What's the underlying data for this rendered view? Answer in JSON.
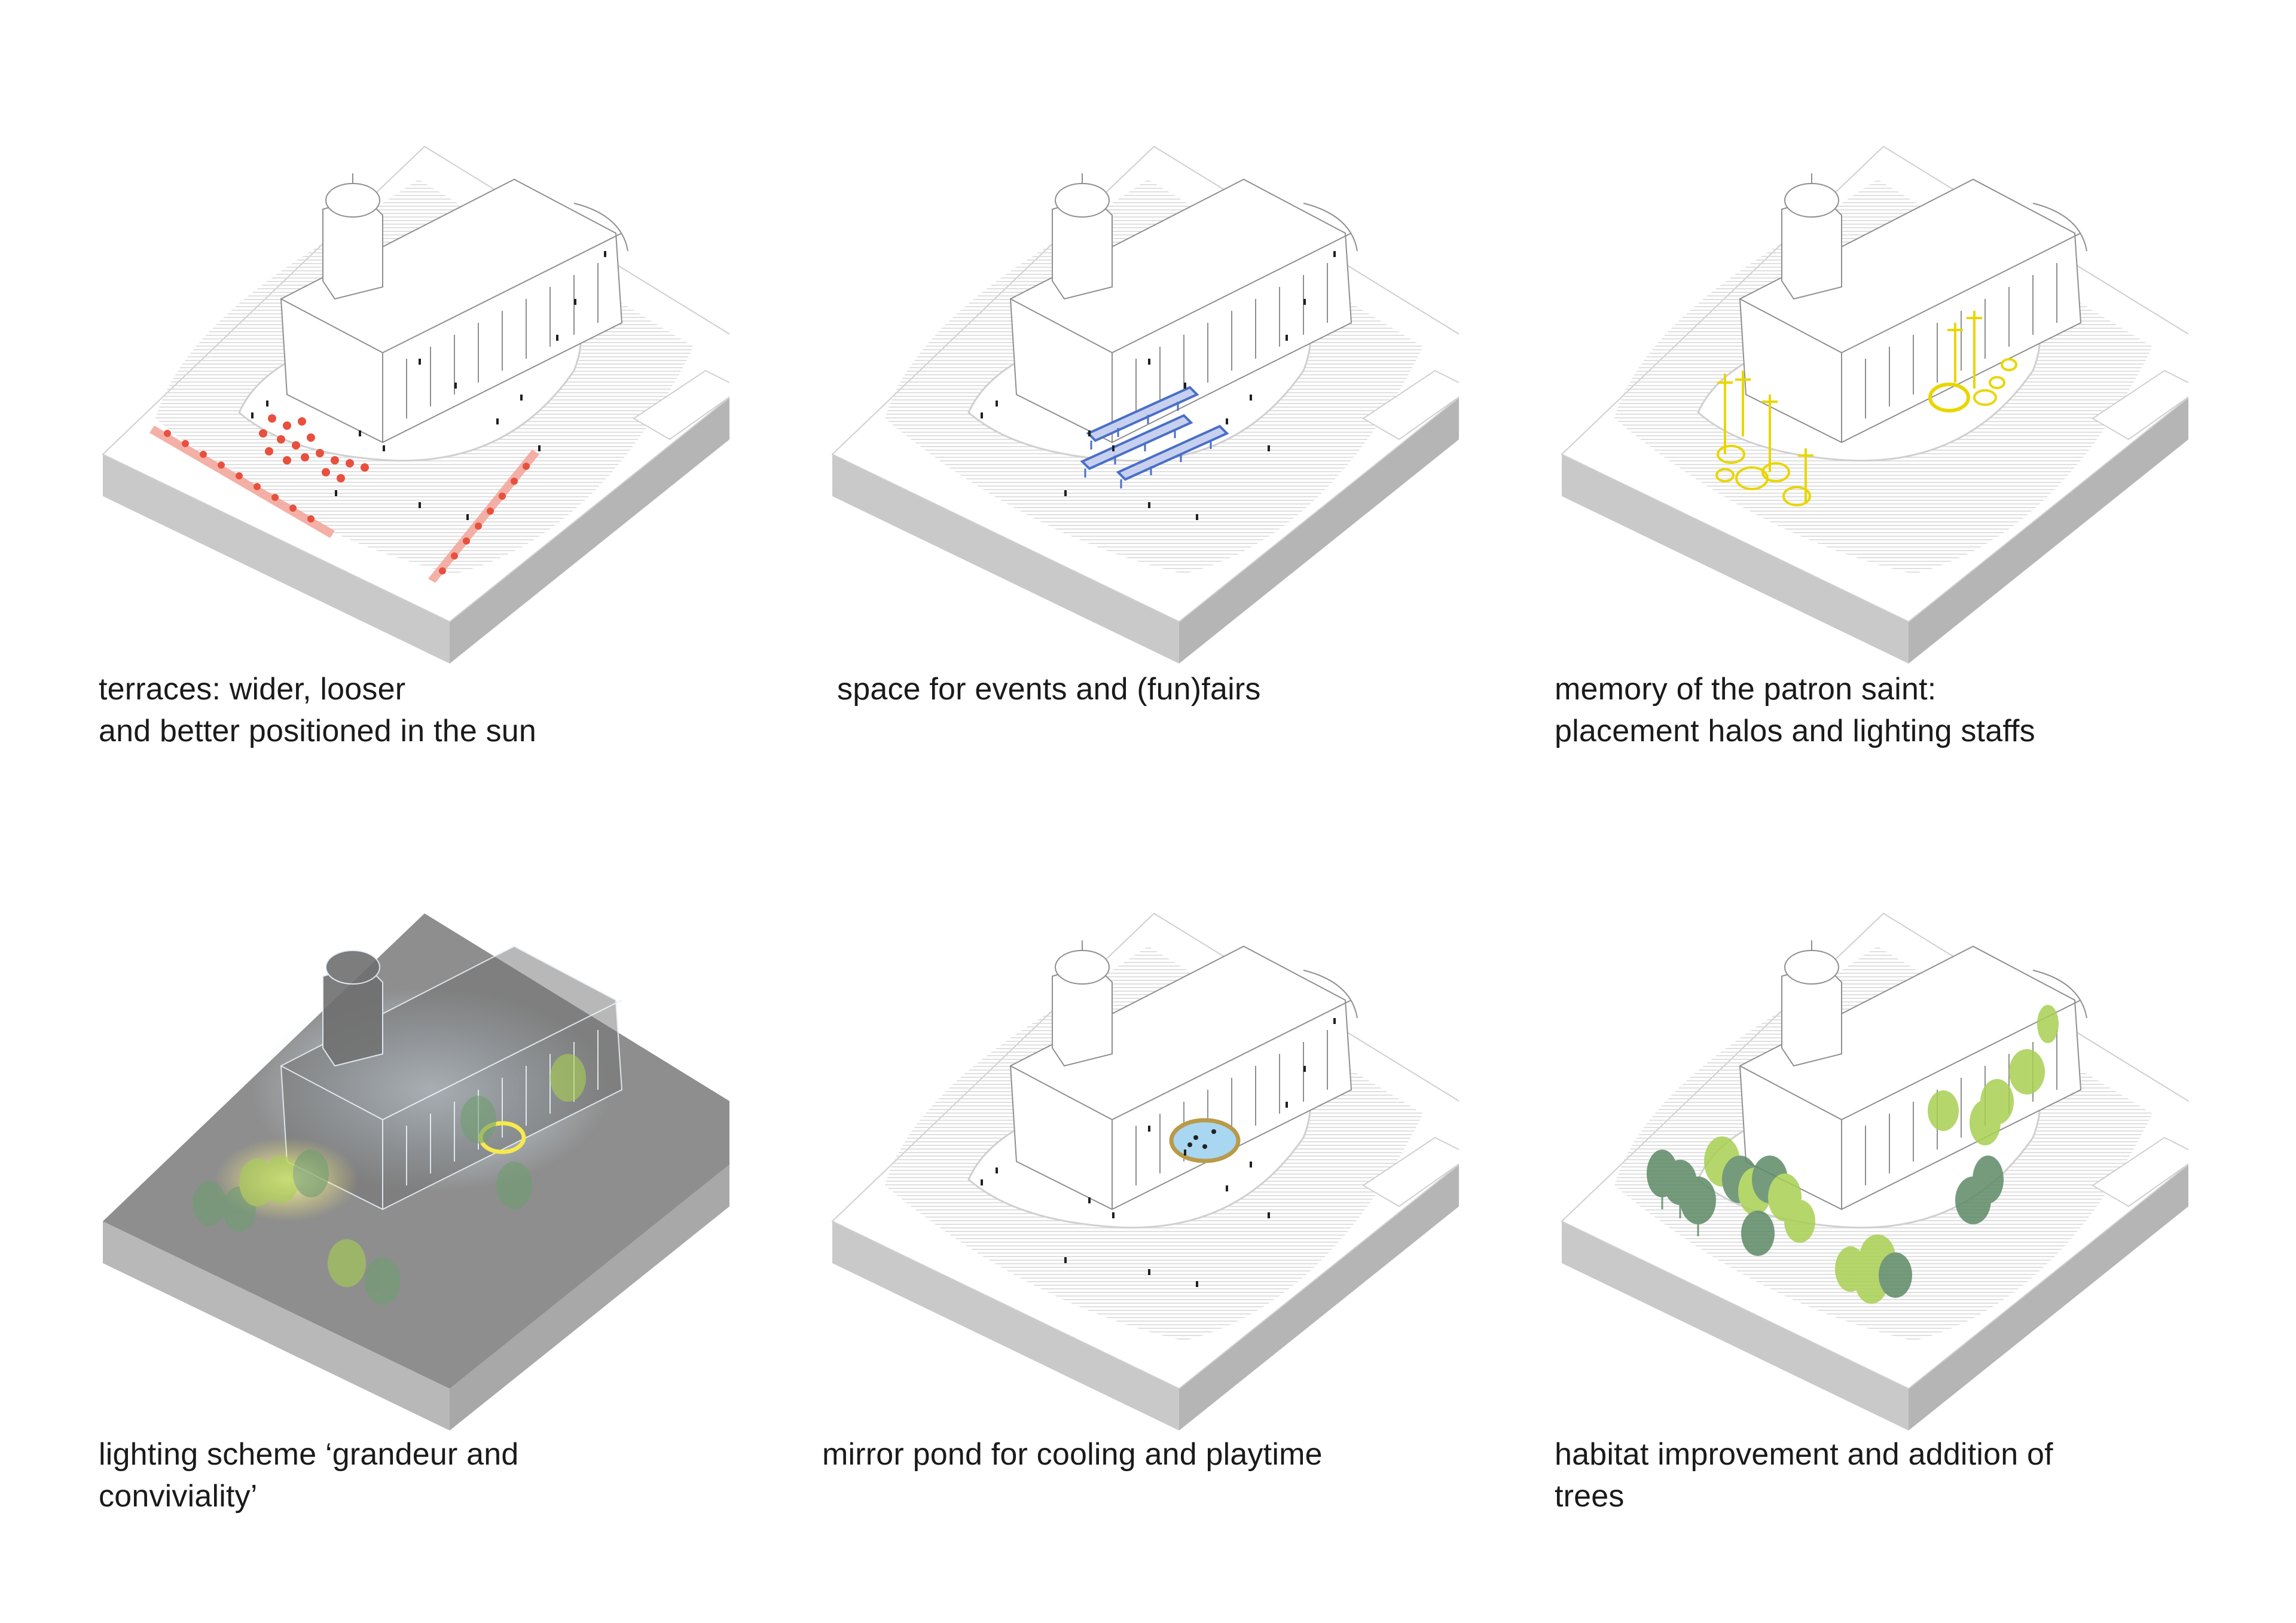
{
  "colors": {
    "background": "#ffffff",
    "block_top": "#ffffff",
    "block_side_left": "#c9c9c9",
    "block_side_right": "#b5b5b5",
    "hatch": "#d6d6d6",
    "outline": "#9a9a9a",
    "terrace_red": "#e8503e",
    "terrace_band": "#f3a79c",
    "market_blue": "#4a6fc8",
    "halo_yellow": "#e9d600",
    "night_grey": "#8e8e8e",
    "glow_blue": "#cfe3f2",
    "pond_water": "#a9d6f1",
    "pond_rim": "#b99a48",
    "tree_light": "#a8cf52",
    "tree_dark": "#5e8a66"
  },
  "panels": [
    {
      "id": "terraces",
      "caption_lines": [
        "terraces: wider, looser",
        "and better positioned in the sun"
      ],
      "feature": "terraces",
      "feature_icon": "terrace-chairs-icon"
    },
    {
      "id": "events",
      "caption_lines": [
        "space for events and (fun)fairs"
      ],
      "feature": "market-stalls",
      "feature_icon": "market-stall-icon"
    },
    {
      "id": "patron-saint",
      "caption_lines": [
        "memory of the patron saint:",
        "placement halos and lighting staffs"
      ],
      "feature": "halos-and-staffs",
      "feature_icon": "halo-icon"
    },
    {
      "id": "lighting",
      "caption_lines": [
        "lighting scheme ‘grandeur and",
        "conviviality’"
      ],
      "feature": "night-lighting",
      "feature_icon": "light-glow-icon"
    },
    {
      "id": "pond",
      "caption_lines": [
        "mirror pond for cooling and playtime"
      ],
      "feature": "mirror-pond",
      "feature_icon": "pond-icon"
    },
    {
      "id": "trees",
      "caption_lines": [
        "habitat improvement and addition of",
        "trees"
      ],
      "feature": "trees",
      "feature_icon": "tree-icon"
    }
  ]
}
